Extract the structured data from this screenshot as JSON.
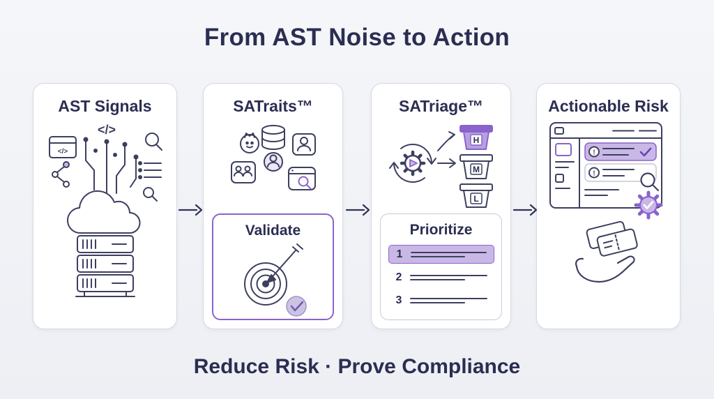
{
  "title": "From AST Noise to Action",
  "footer": "Reduce Risk · Prove Compliance",
  "colors": {
    "background": "#eff1f5",
    "card_background": "#ffffff",
    "card_border": "#d7d9e3",
    "text_navy": "#2b2e52",
    "icon_stroke": "#3c3f5e",
    "accent_purple": "#8a63cc",
    "light_purple_fill": "#c9b8e6"
  },
  "cards": [
    {
      "title": "AST Signals"
    },
    {
      "title": "SATraits™",
      "sub_title": "Validate"
    },
    {
      "title": "SATriage™",
      "sub_title": "Prioritize",
      "buckets": [
        "H",
        "M",
        "L"
      ],
      "priorities": [
        "1",
        "2",
        "3"
      ]
    },
    {
      "title": "Actionable Risk"
    }
  ],
  "icons": {
    "code_glyph": "</>",
    "alert_glyph": "!"
  }
}
